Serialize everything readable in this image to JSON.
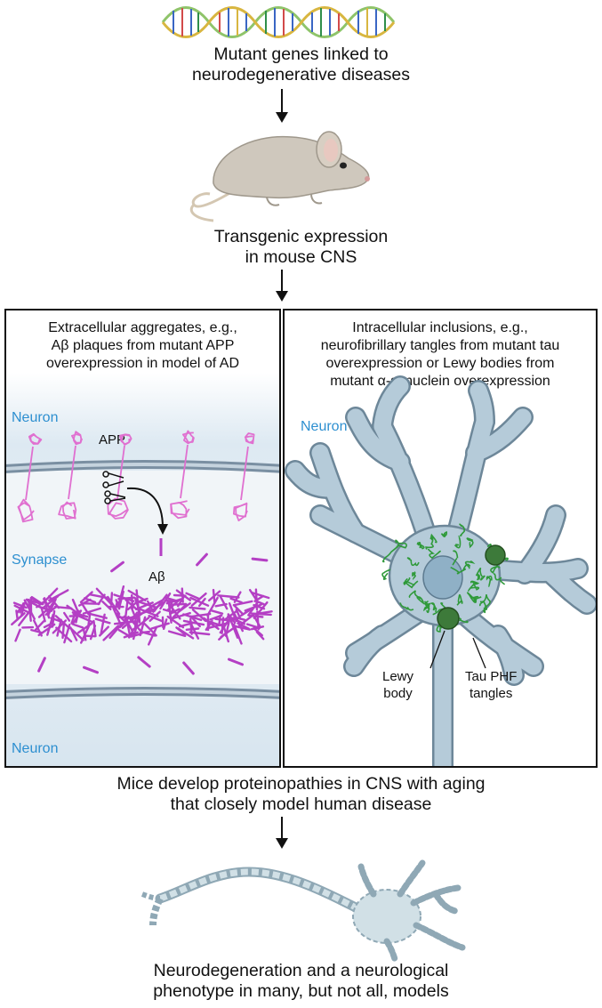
{
  "steps": {
    "genes": [
      "Mutant genes linked to",
      "neurodegenerative diseases"
    ],
    "transgenic": [
      "Transgenic expression",
      "in mouse CNS"
    ],
    "proteinopathy": [
      "Mice develop proteinopathies in CNS with aging",
      "that closely model human disease"
    ],
    "outcome": [
      "Neurodegeneration and a neurological",
      "phenotype in many, but not all, models"
    ]
  },
  "left_panel": {
    "title": [
      "Extracellular aggregates, e.g.,",
      "Aβ plaques from mutant APP",
      "overexpression in model of AD"
    ],
    "neuron_top": "Neuron",
    "app": "APP",
    "synapse": "Synapse",
    "abeta": "Aβ",
    "neuron_bottom": "Neuron"
  },
  "right_panel": {
    "title": [
      "Intracellular inclusions, e.g.,",
      "neurofibrillary tangles from mutant tau",
      "overexpression or Lewy bodies from",
      "mutant α-synuclein overexpression"
    ],
    "neuron": "Neuron",
    "lewy": [
      "Lewy",
      "body"
    ],
    "tau": [
      "Tau PHF",
      "tangles"
    ]
  },
  "colors": {
    "membrane": "#8fa3b6",
    "neuron_fill": "#b5cbd9",
    "abeta": "#b43fc4",
    "app": "#e070d0",
    "tangle": "#2f9a3a",
    "lewy": "#3d7a3a",
    "label_blue": "#2d8fd0"
  }
}
